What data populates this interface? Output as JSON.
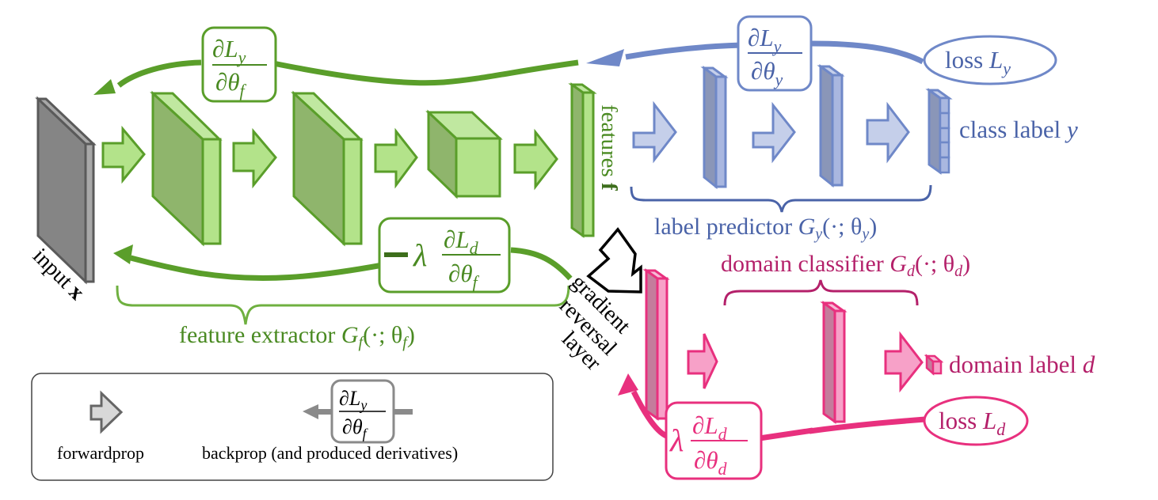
{
  "colors": {
    "green_stroke": "#5a9e2a",
    "green_fill": "#b3e38a",
    "green_dark_face": "#8fb56c",
    "green_text": "#4a8a22",
    "green_minus": "#3d6e1c",
    "blue_stroke": "#6f88c8",
    "blue_fill": "#c5cfea",
    "blue_face": "#a9b7e0",
    "blue_dark_face": "#8a96b8",
    "blue_text": "#4a63a8",
    "pink_stroke": "#e8307e",
    "pink_fill": "#f7a1c8",
    "pink_dark_face": "#c47c9c",
    "pink_text": "#b4206a",
    "gray_stroke": "#5a5a5a",
    "gray_fill": "#858585",
    "gray_edge": "#a8a8a8",
    "legend_gray": "#8a8a8a",
    "black": "#000000"
  },
  "input": {
    "label": "input ",
    "symbol": "x"
  },
  "features": {
    "label": "features ",
    "symbol": "f"
  },
  "feature_extractor": {
    "label": "feature extractor ",
    "symbol": "G",
    "sub": "f",
    "args": "(·; θ",
    "args_sub": "f",
    "close": ")"
  },
  "label_predictor": {
    "label": "label predictor ",
    "symbol": "G",
    "sub": "y",
    "args": "(·; θ",
    "args_sub": "y",
    "close": ")"
  },
  "domain_classifier": {
    "label": "domain classifier ",
    "symbol": "G",
    "sub": "d",
    "args": "(·; θ",
    "args_sub": "d",
    "close": ")"
  },
  "class_label": {
    "label": "class label ",
    "symbol": "y"
  },
  "domain_label": {
    "label": "domain label ",
    "symbol": "d"
  },
  "loss_y": {
    "label": "loss ",
    "symbol": "L",
    "sub": "y"
  },
  "loss_d": {
    "label": "loss ",
    "symbol": "L",
    "sub": "d"
  },
  "grl": {
    "line1": "gradient",
    "line2": "reversal",
    "line3": "layer"
  },
  "derivatives": {
    "dLy_dthetaf": {
      "num": "∂L",
      "num_sub": "y",
      "den": "∂θ",
      "den_sub": "f",
      "prefix": ""
    },
    "dLy_dthetay": {
      "num": "∂L",
      "num_sub": "y",
      "den": "∂θ",
      "den_sub": "y",
      "prefix": ""
    },
    "neg_lambda_dLd_dthetaf": {
      "num": "∂L",
      "num_sub": "d",
      "den": "∂θ",
      "den_sub": "f",
      "prefix": "λ",
      "minus": "−"
    },
    "lambda_dLd_dthetad": {
      "num": "∂L",
      "num_sub": "d",
      "den": "∂θ",
      "den_sub": "d",
      "prefix": "λ"
    }
  },
  "legend": {
    "forwardprop_label": "forwardprop",
    "backprop_label": "backprop (and produced derivatives)",
    "example": {
      "num": "∂L",
      "num_sub": "y",
      "den": "∂θ",
      "den_sub": "f"
    }
  }
}
